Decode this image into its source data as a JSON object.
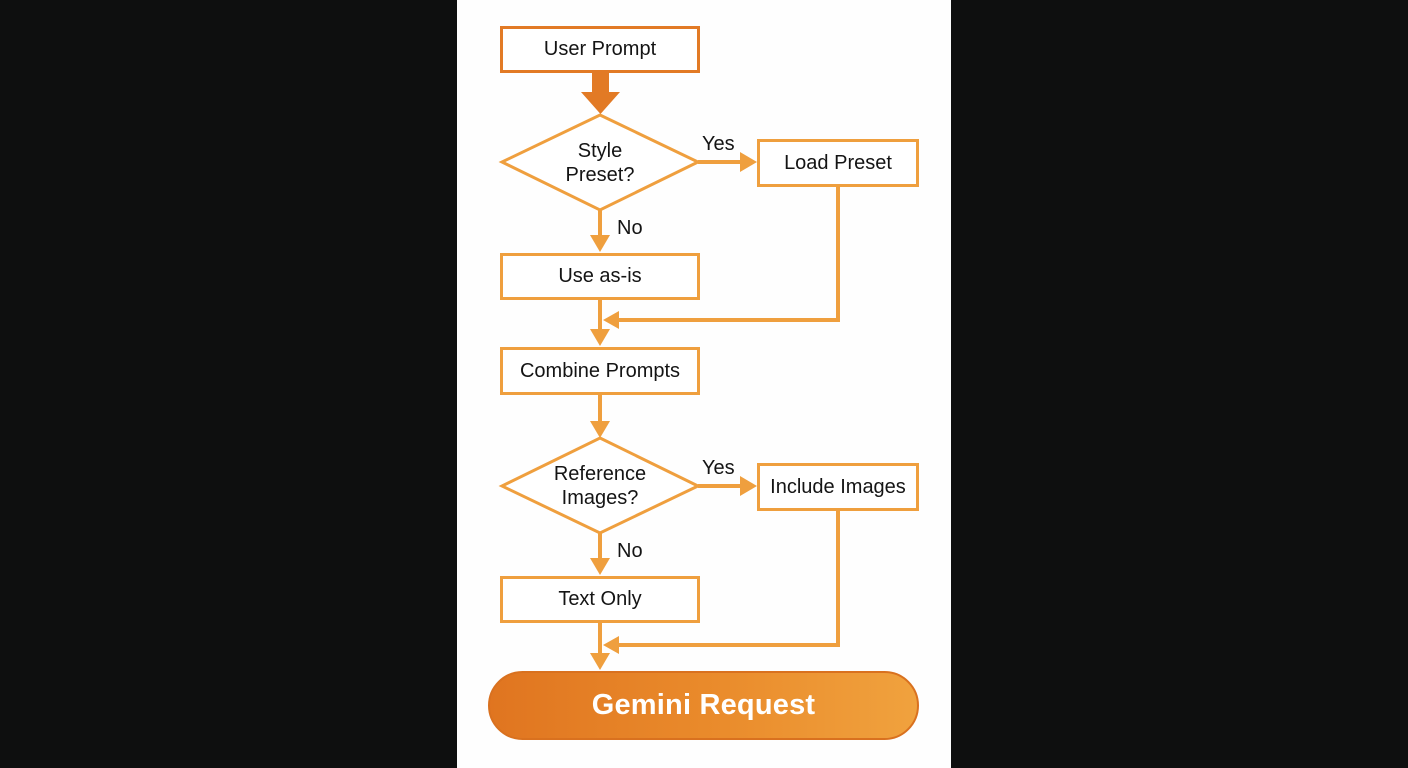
{
  "flowchart": {
    "nodes": {
      "user_prompt": "User Prompt",
      "style_preset": "Style\nPreset?",
      "load_preset": "Load Preset",
      "use_as_is": "Use as-is",
      "combine_prompts": "Combine Prompts",
      "reference_images": "Reference\nImages?",
      "include_images": "Include Images",
      "text_only": "Text Only",
      "gemini_request": "Gemini Request"
    },
    "edges": {
      "style_yes": "Yes",
      "style_no": "No",
      "ref_yes": "Yes",
      "ref_no": "No"
    }
  },
  "colors": {
    "background": "#0e0f0f",
    "panel": "#fefefe",
    "accent": "#ef9f3e",
    "accent_dark": "#e27a25",
    "final_gradient_start": "#e07520",
    "final_gradient_end": "#f0a23e",
    "text": "#141414"
  }
}
